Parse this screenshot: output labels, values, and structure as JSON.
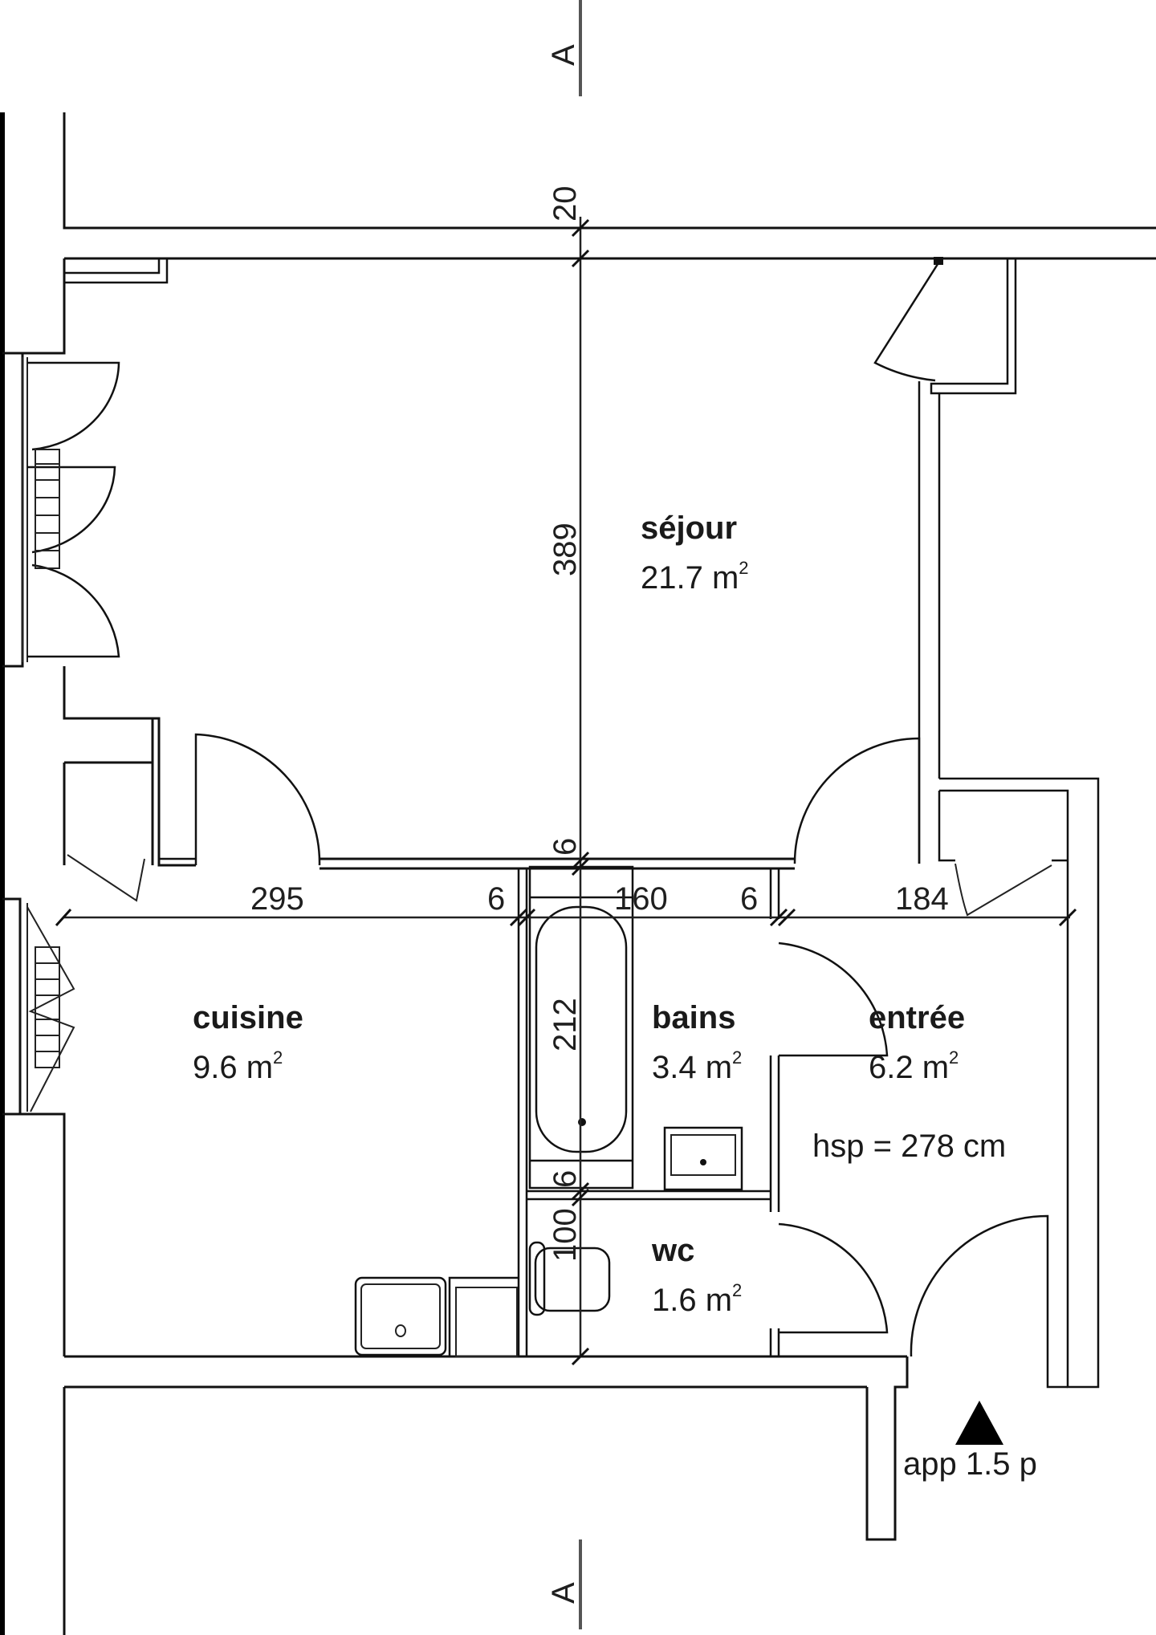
{
  "plan": {
    "title": "app 1.5 p",
    "section_marker": {
      "top_label": "A",
      "bottom_label": "A"
    },
    "ceiling_height": "hsp = 278 cm",
    "rooms": [
      {
        "id": "sejour",
        "name": "séjour",
        "area_value": "21.7 m",
        "area_unit_exp": "2"
      },
      {
        "id": "cuisine",
        "name": "cuisine",
        "area_value": "9.6 m",
        "area_unit_exp": "2"
      },
      {
        "id": "bains",
        "name": "bains",
        "area_value": "3.4 m",
        "area_unit_exp": "2"
      },
      {
        "id": "entree",
        "name": "entrée",
        "area_value": "6.2 m",
        "area_unit_exp": "2"
      },
      {
        "id": "wc",
        "name": "wc",
        "area_value": "1.6 m",
        "area_unit_exp": "2"
      }
    ],
    "dimensions": {
      "horizontal": [
        "295",
        "6",
        "160",
        "6",
        "184"
      ],
      "vertical": [
        "20",
        "389",
        "6",
        "212",
        "6",
        "100"
      ]
    },
    "entrance_marker": "triangle-up"
  }
}
